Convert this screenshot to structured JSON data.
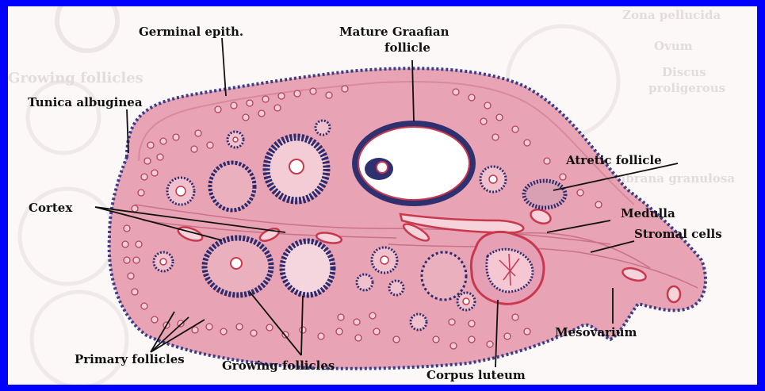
{
  "colors": {
    "border": "#0000ff",
    "tissue": "#e8a3b4",
    "tissue_edge": "#3b3d86",
    "nuclei": "#2b2b6e",
    "vessel": "#c8384e",
    "label": "#111111"
  },
  "labels": {
    "germinal_epith": "Germinal epith.",
    "mature_graafian_line1": "Mature Graafian",
    "mature_graafian_line2": "follicle",
    "tunica_albuginea": "Tunica albuginea",
    "atretic_follicle": "Atretic follicle",
    "cortex": "Cortex",
    "medulla": "Medulla",
    "stromal_cells": "Stromal cells",
    "mesovarium": "Mesovarium",
    "primary_follicles": "Primary follicles",
    "growing_follicles": "Growing follicles",
    "corpus_luteum": "Corpus luteum"
  },
  "background_labels": {
    "zona_pellucida": "Zona pellucida",
    "ovum": "Ovum",
    "discus_line1": "Discus",
    "discus_line2": "proligerous",
    "growing_follicles": "Growing follicles",
    "membrana_granulosa": "membrana granulosa"
  }
}
